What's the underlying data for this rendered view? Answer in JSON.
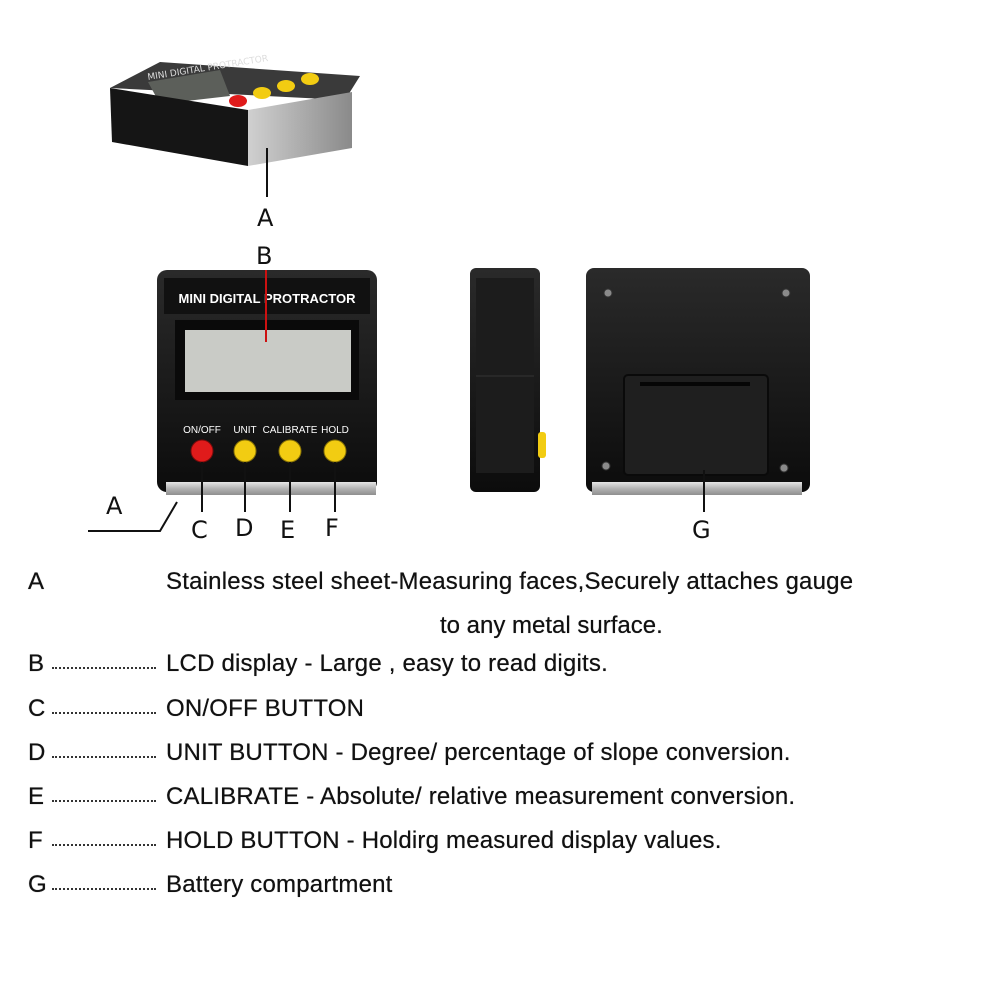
{
  "device": {
    "title": "MINI DIGITAL PROTRACTOR",
    "buttons": [
      {
        "label": "ON/OFF",
        "color": "#e01b1b"
      },
      {
        "label": "UNIT",
        "color": "#f2cc12"
      },
      {
        "label": "CALIBRATE",
        "color": "#f2cc12"
      },
      {
        "label": "HOLD",
        "color": "#f2cc12"
      }
    ]
  },
  "callouts": {
    "a_top": "A",
    "a_side": "A",
    "b": "B",
    "c": "C",
    "d": "D",
    "e": "E",
    "f": "F",
    "g": "G"
  },
  "legend": [
    {
      "letter": "A",
      "dotted": false,
      "text": "Stainless steel sheet-Measuring faces,Securely attaches gauge",
      "text2": "to any metal surface."
    },
    {
      "letter": "B",
      "dotted": true,
      "text": "LCD display - Large , easy to read digits."
    },
    {
      "letter": "C",
      "dotted": true,
      "text": "ON/OFF BUTTON"
    },
    {
      "letter": "D",
      "dotted": true,
      "text": "UNIT BUTTON - Degree/ percentage of slope conversion."
    },
    {
      "letter": "E",
      "dotted": true,
      "text": "CALIBRATE - Absolute/ relative measurement conversion."
    },
    {
      "letter": "F",
      "dotted": true,
      "text": "HOLD BUTTON - Holdirg measured display values."
    },
    {
      "letter": "G",
      "dotted": true,
      "text": "Battery compartment"
    }
  ],
  "colors": {
    "body": "#141414",
    "lcd": "#c9cbc6",
    "steel": "#b8b8b8",
    "accent_line": "#cc1111"
  }
}
